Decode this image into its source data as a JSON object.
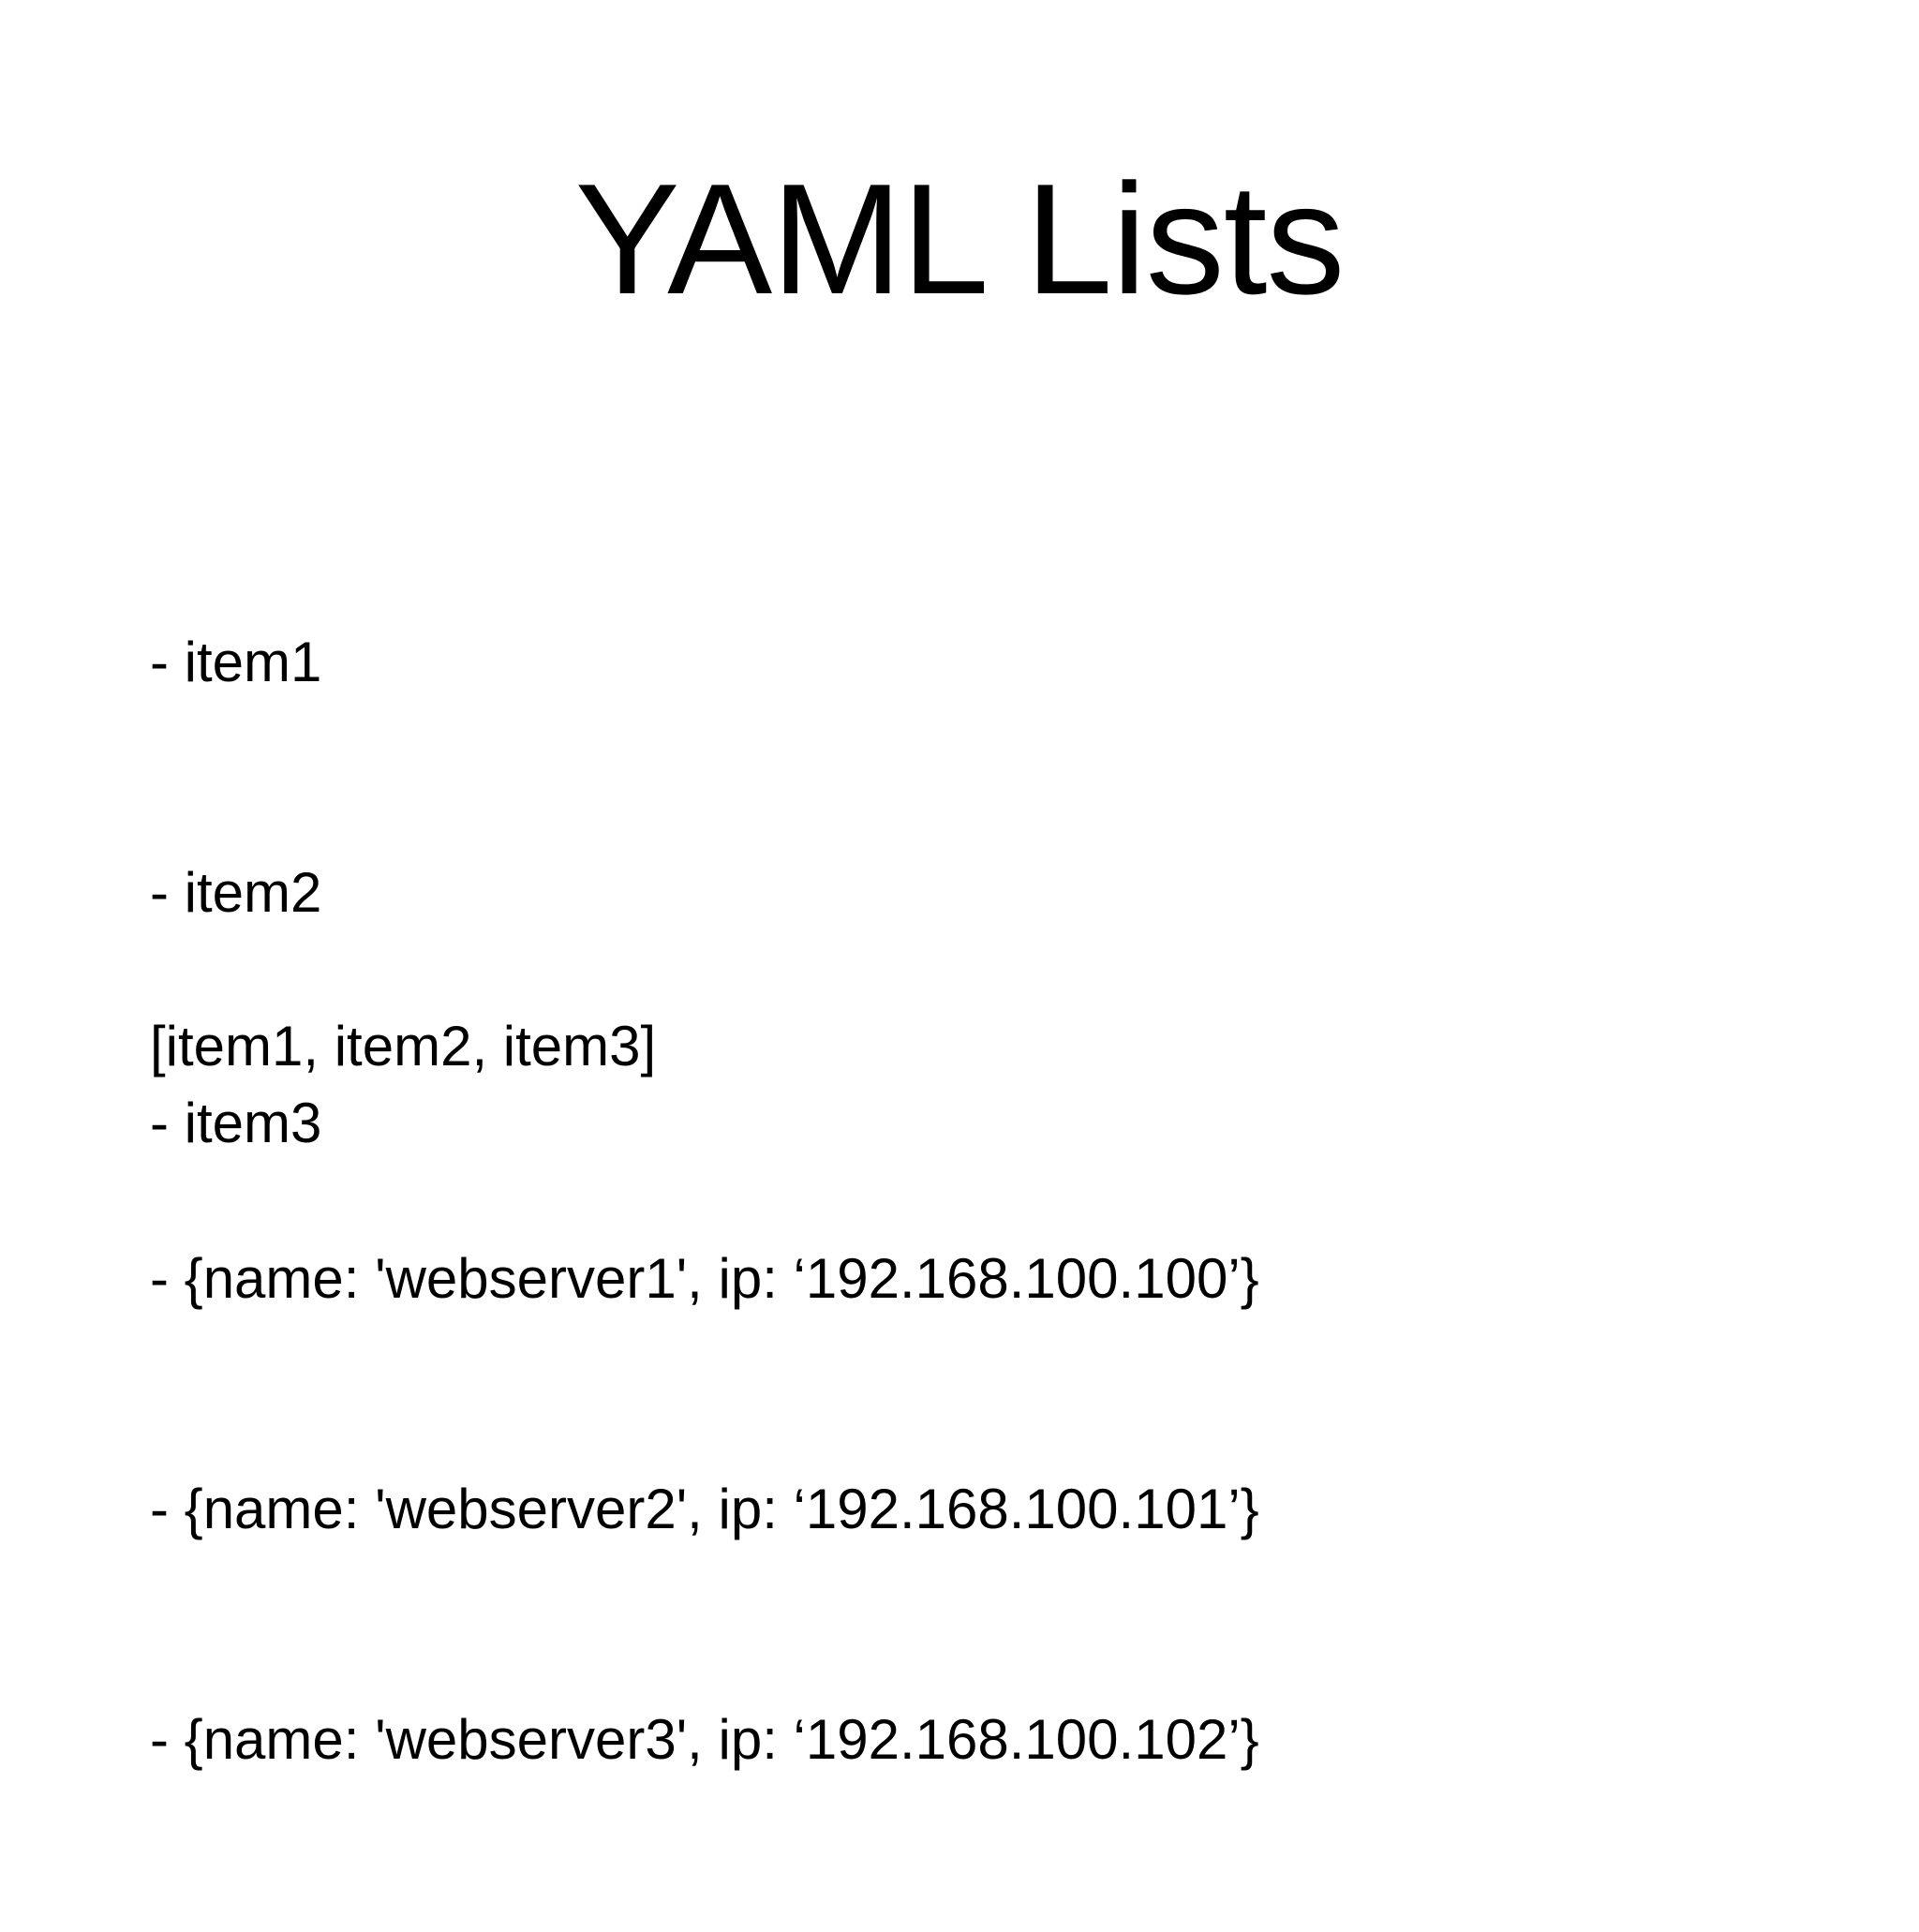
{
  "slide": {
    "title": "YAML Lists",
    "block_list": [
      "- item1",
      "- item2",
      "- item3"
    ],
    "block_flow": [
      "[item1, item2, item3]"
    ],
    "block_dicts": [
      "- {name: 'webserver1', ip: ‘192.168.100.100’}",
      "- {name: 'webserver2', ip: ‘192.168.100.101’}",
      "- {name: 'webserver3', ip: ‘192.168.100.102’}"
    ]
  }
}
